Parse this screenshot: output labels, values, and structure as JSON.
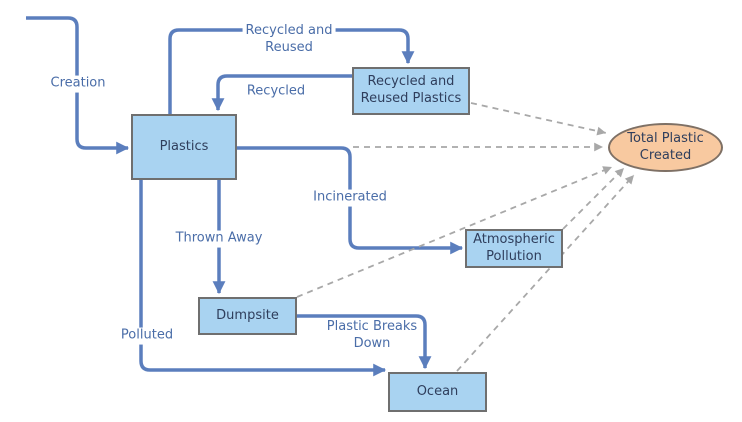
{
  "diagram": {
    "nodes": {
      "plastics": {
        "label": "Plastics"
      },
      "recycled_reused_plastics": {
        "label": "Recycled and\nReused Plastics"
      },
      "atmospheric_pollution": {
        "label": "Atmospheric\nPollution"
      },
      "dumpsite": {
        "label": "Dumpsite"
      },
      "ocean": {
        "label": "Ocean"
      },
      "total_plastic_created": {
        "label": "Total Plastic\nCreated"
      }
    },
    "edges": {
      "creation": {
        "label": "Creation",
        "to": "plastics",
        "style": "solid"
      },
      "recycled_and_reused": {
        "label": "Recycled and\nReused",
        "from": "plastics",
        "to": "recycled_reused_plastics",
        "style": "solid"
      },
      "recycled": {
        "label": "Recycled",
        "from": "recycled_reused_plastics",
        "to": "plastics",
        "style": "solid"
      },
      "incinerated": {
        "label": "Incinerated",
        "from": "plastics",
        "to": "atmospheric_pollution",
        "style": "solid"
      },
      "thrown_away": {
        "label": "Thrown Away",
        "from": "plastics",
        "to": "dumpsite",
        "style": "solid"
      },
      "polluted": {
        "label": "Polluted",
        "from": "plastics",
        "to": "ocean",
        "style": "solid"
      },
      "plastic_breaks_down": {
        "label": "Plastic Breaks\nDown",
        "from": "dumpsite",
        "to": "ocean",
        "style": "solid"
      },
      "rrp_to_total": {
        "label": "",
        "from": "recycled_reused_plastics",
        "to": "total_plastic_created",
        "style": "dashed"
      },
      "plastics_to_total": {
        "label": "",
        "from": "plastics",
        "to": "total_plastic_created",
        "style": "dashed"
      },
      "dumpsite_to_total": {
        "label": "",
        "from": "dumpsite",
        "to": "total_plastic_created",
        "style": "dashed"
      },
      "atmospheric_to_total": {
        "label": "",
        "from": "atmospheric_pollution",
        "to": "total_plastic_created",
        "style": "dashed"
      },
      "ocean_to_total": {
        "label": "",
        "from": "ocean",
        "to": "total_plastic_created",
        "style": "dashed"
      }
    },
    "colors": {
      "node_fill": "#A9D3F1",
      "node_border": "#6F6F6F",
      "node_text": "#2F3E5C",
      "flow_line": "#5B7EBD",
      "edge_label_text": "#4A6DA8",
      "terminator_fill": "#F8C9A0",
      "terminator_border": "#7E7065",
      "dashed_line": "#A8A8A8",
      "background": "#FFFFFF"
    }
  }
}
